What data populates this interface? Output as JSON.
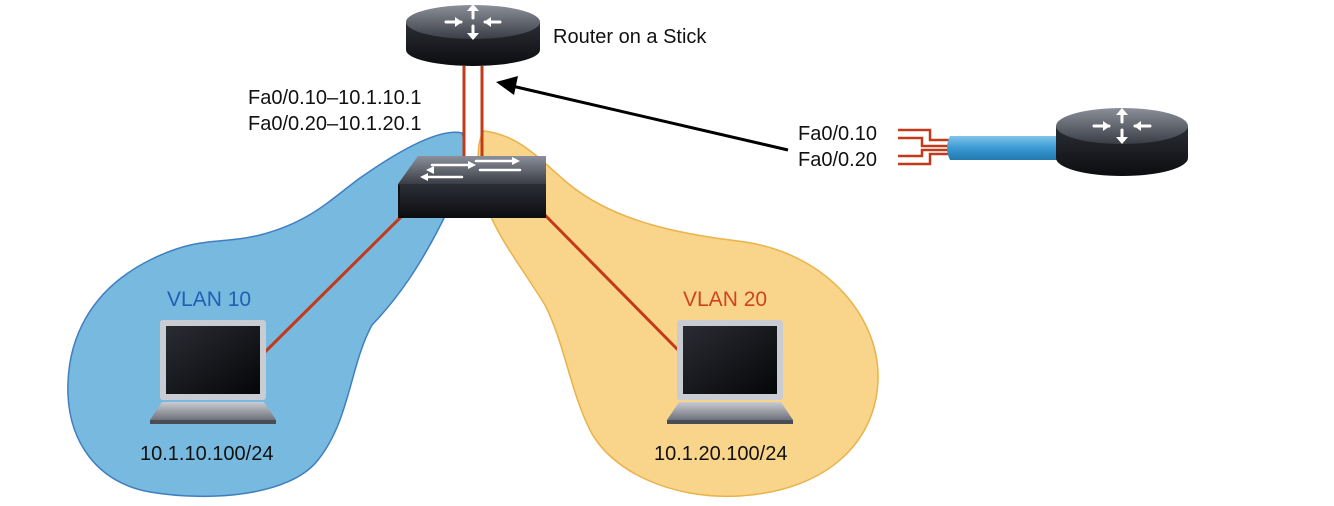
{
  "diagram": {
    "title": "Router on a Stick",
    "subinterfaces": {
      "line1": "Fa0/0.10–10.1.10.1",
      "line2": "Fa0/0.20–10.1.20.1"
    },
    "zoom_labels": {
      "line1": "Fa0/0.10",
      "line2": "Fa0/0.20"
    },
    "vlan10": {
      "name": "VLAN 10",
      "host_ip": "10.1.10.100/24"
    },
    "vlan20": {
      "name": "VLAN 20",
      "host_ip": "10.1.20.100/24"
    },
    "colors": {
      "vlan10_fill": "#78b9df",
      "vlan10_stroke": "#3f7fc0",
      "vlan20_fill": "#f8d58a",
      "vlan20_stroke": "#eab24a",
      "link": "#c23a1a",
      "device_dark": "#1c1e24",
      "cable": "#4aa3d8"
    }
  }
}
